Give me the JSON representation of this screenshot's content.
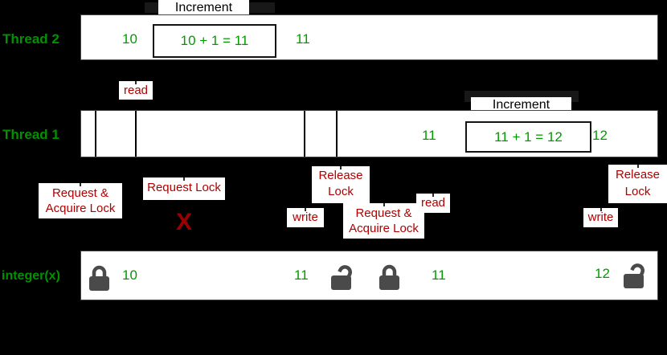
{
  "diagram": {
    "type": "thread-lock-timing-diagram",
    "rows": {
      "thread2_label": "Thread 2",
      "thread1_label": "Thread 1",
      "resource_label": "integer(x)"
    },
    "thread2": {
      "increment_label": "Increment",
      "read_value": "10",
      "expression": "10 + 1 = 11",
      "result_value": "11"
    },
    "thread1": {
      "increment_label": "Increment",
      "read_value": "11",
      "expression": "11 + 1 = 12",
      "result_value": "12"
    },
    "resource": {
      "values": {
        "v1": "10",
        "v2": "11",
        "v3": "11",
        "v4": "12"
      },
      "icons": {
        "lock1": "closed-padlock",
        "lock2": "open-padlock",
        "lock3": "closed-padlock",
        "lock4": "open-padlock"
      }
    },
    "events": {
      "read1": "read",
      "request_acquire1_line1": "Request &",
      "request_acquire1_line2": "Acquire Lock",
      "request_lock": "Request Lock",
      "blocked_mark": "X",
      "write1": "write",
      "release1_line1": "Release",
      "release1_line2": "Lock",
      "request_acquire2_line1": "Request &",
      "request_acquire2_line2": "Acquire Lock",
      "read2": "read",
      "write2": "write",
      "release2_line1": "Release",
      "release2_line2": "Lock"
    },
    "colors": {
      "background": "#000000",
      "bar_background": "#ffffff",
      "value_green": "#009b00",
      "label_green": "#009200",
      "event_red": "#b00000",
      "blocked_x_red": "#9b0000",
      "lock_gray": "#4a4a4a"
    }
  }
}
